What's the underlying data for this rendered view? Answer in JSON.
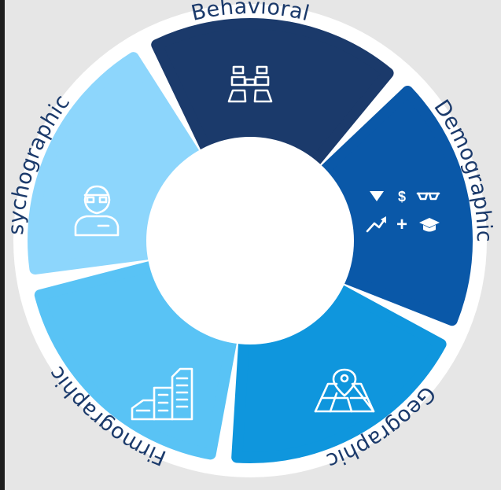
{
  "segments": [
    {
      "id": "behavioral",
      "label": "Behavioral",
      "color": "#1b3a6b",
      "icon": "binoculars-icon"
    },
    {
      "id": "demographic",
      "label": "Demographic",
      "color": "#0a58a8",
      "icon": "demographic-symbols-icon"
    },
    {
      "id": "geographic",
      "label": "Geographic",
      "color": "#0f96dd",
      "icon": "map-pin-icon"
    },
    {
      "id": "firmographic",
      "label": "Firmographic",
      "color": "#59c3f5",
      "icon": "buildings-icon"
    },
    {
      "id": "psychographic",
      "label": "Psychographic",
      "color": "#8dd6fc",
      "icon": "person-icon"
    }
  ],
  "colors": {
    "background": "#e6e6e6",
    "ring": "#ffffff",
    "label_text": "#1b3a6b",
    "icon": "#ffffff"
  },
  "demographic_symbols": {
    "dollar": "$",
    "plus": "+"
  }
}
